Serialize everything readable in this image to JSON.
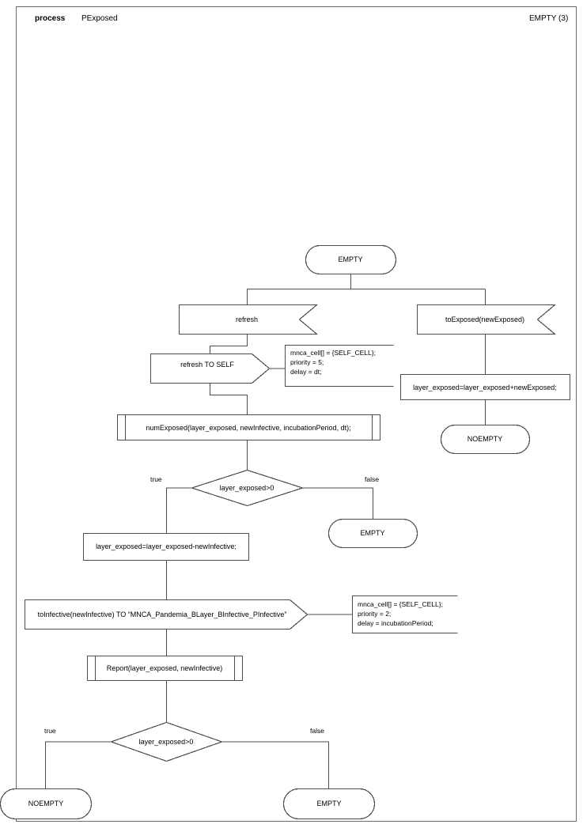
{
  "diagram": {
    "type": "sdl-process-flowchart",
    "header": {
      "keyword": "process",
      "name": "PExposed",
      "right_label": "EMPTY (3)"
    },
    "nodes": {
      "start_state": "EMPTY",
      "input_refresh": "refresh",
      "input_to_exposed": "toExposed(newExposed)",
      "output_refresh_self": "refresh TO SELF",
      "task_add_exposed": "layer_exposed=layer_exposed+newExposed;",
      "state_noempty_right": "NOEMPTY",
      "call_num_exposed": "numExposed(layer_exposed, newInfective, incubationPeriod, dt);",
      "decision_top": "layer_exposed>0",
      "state_empty_mid": "EMPTY",
      "task_sub_infective": "layer_exposed=layer_exposed-newInfective;",
      "output_to_infective": "toInfective(newInfective) TO “MNCA_Pandemia_BLayer_BInfective_PInfective”",
      "call_report": "Report(layer_exposed, newInfective)",
      "decision_bottom": "layer_exposed>0",
      "state_noempty_bottom": "NOEMPTY",
      "state_empty_bottom": "EMPTY"
    },
    "comments": {
      "comment_refresh": "mnca_cell[] = {SELF_CELL};\npriority = 5;\ndelay = dt;",
      "comment_infective": "mnca_cell[] = {SELF_CELL};\npriority = 2;\ndelay = incubationPeriod;"
    },
    "edge_labels": {
      "top_true": "true",
      "top_false": "false",
      "bottom_true": "true",
      "bottom_false": "false"
    },
    "colors": {
      "line": "#4d4d4d",
      "frame": "#6b6b6b",
      "text": "#000000",
      "background": "#ffffff"
    }
  }
}
